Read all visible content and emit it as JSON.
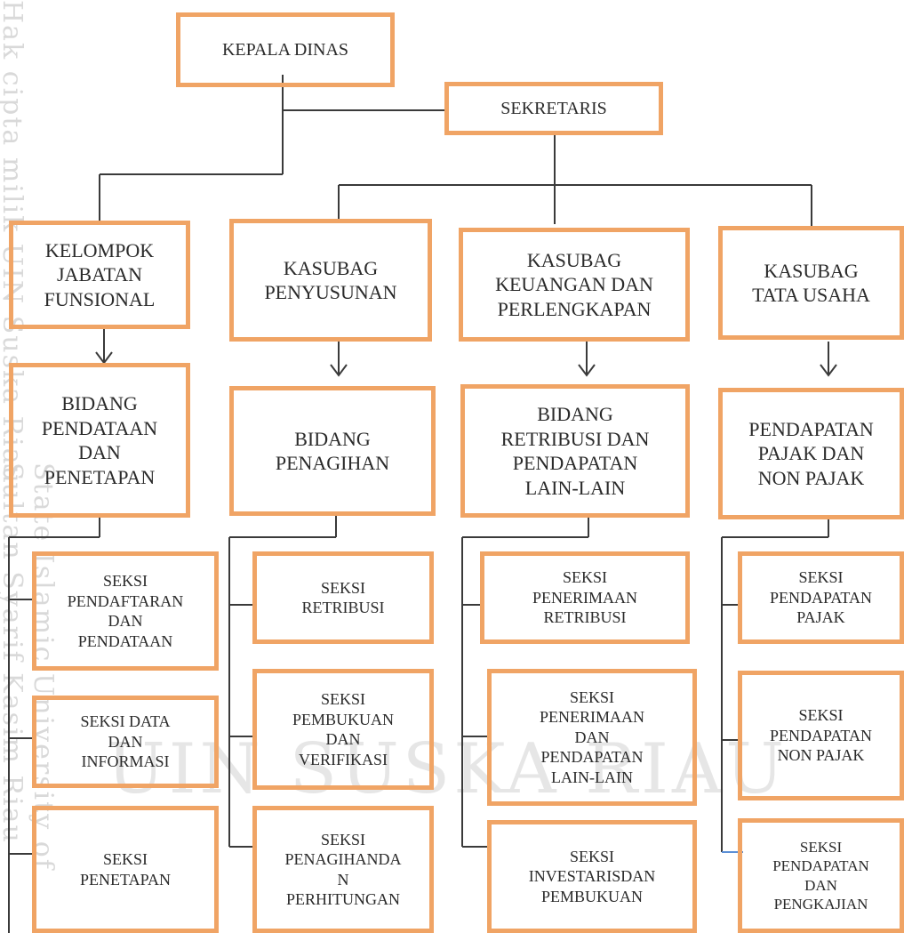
{
  "watermark": {
    "side_top": "Hak cipta milik UIN Suska Riau",
    "side_bottom": "State Islamic University of Sultan Syarif Kasim Riau",
    "center": "UIN SUSKA RIAU"
  },
  "colors": {
    "box_border": "#f0a465",
    "line": "#3a3a3a",
    "text": "#2a2a2a"
  },
  "org": {
    "kepala_dinas": "KEPALA DINAS",
    "sekretaris": "SEKRETARIS",
    "kelompok": "KELOMPOK\nJABATAN\nFUNSIONAL",
    "kasubag_penyusunan": "KASUBAG\nPENYUSUNAN",
    "kasubag_keuangan": "KASUBAG\nKEUANGAN DAN\nPERLENGKAPAN",
    "kasubag_tata_usaha": "KASUBAG\nTATA USAHA",
    "bidang_pendataan": "BIDANG\nPENDATAAN\nDAN\nPENETAPAN",
    "bidang_penagihan": "BIDANG\nPENAGIHAN",
    "bidang_retribusi": "BIDANG\nRETRIBUSI DAN\nPENDAPATAN\nLAIN-LAIN",
    "pendapatan_pajak": "PENDAPATAN\nPAJAK DAN\nNON PAJAK",
    "seksi_pendaftaran": "SEKSI\nPENDAFTARAN\nDAN\nPENDATAAN",
    "seksi_data": "SEKSI DATA\nDAN\nINFORMASI",
    "seksi_penetapan": "SEKSI\nPENETAPAN",
    "seksi_retribusi": "SEKSI\nRETRIBUSI",
    "seksi_pembukuan": "SEKSI\nPEMBUKUAN\nDAN\nVERIFIKASI",
    "seksi_penagihan": "SEKSI\nPENAGIHANDA\nN\nPERHITUNGAN",
    "seksi_penerimaan_retribusi": "SEKSI\nPENERIMAAN\nRETRIBUSI",
    "seksi_penerimaan_pendapatan": "SEKSI\nPENERIMAAN\nDAN\nPENDAPATAN\nLAIN-LAIN",
    "seksi_investaris": "SEKSI\nINVESTARISDAN\nPEMBUKUAN",
    "seksi_pendapatan_pajak": "SEKSI\nPENDAPATAN\nPAJAK",
    "seksi_pendapatan_non_pajak": "SEKSI\nPENDAPATAN\nNON PAJAK",
    "seksi_pengkajian": "SEKSI\nPENDAPATAN\nDAN\nPENGKAJIAN"
  }
}
